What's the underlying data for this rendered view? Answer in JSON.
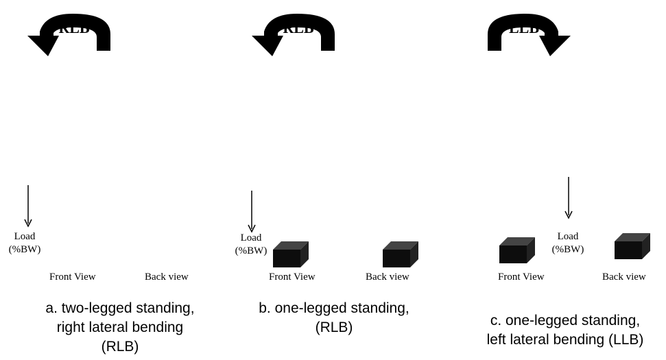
{
  "panels": [
    {
      "arrow_label": "RLB",
      "load_line1": "Load",
      "load_line2": "(%BW)",
      "front_label": "Front View",
      "back_label": "Back view",
      "caption_line1": "a. two-legged standing,",
      "caption_line2": "right lateral bending",
      "caption_line3": "(RLB)"
    },
    {
      "arrow_label": "RLB",
      "load_line1": "Load",
      "load_line2": "(%BW)",
      "front_label": "Front View",
      "back_label": "Back view",
      "caption_line1": "b. one-legged standing,",
      "caption_line2": "(RLB)"
    },
    {
      "arrow_label": "LLB",
      "load_line1": "Load",
      "load_line2": "(%BW)",
      "front_label": "Front View",
      "back_label": "Back view",
      "caption_line1": "c. one-legged standing,",
      "caption_line2": "left lateral bending (LLB)"
    }
  ],
  "colors": {
    "muscle_gray": "#9a9a9a",
    "muscle_dark": "#5e5e5e",
    "active_orange": "#e08a1e",
    "active_red": "#e23a3a",
    "arrow": "#000000",
    "step_box": "#111111"
  }
}
